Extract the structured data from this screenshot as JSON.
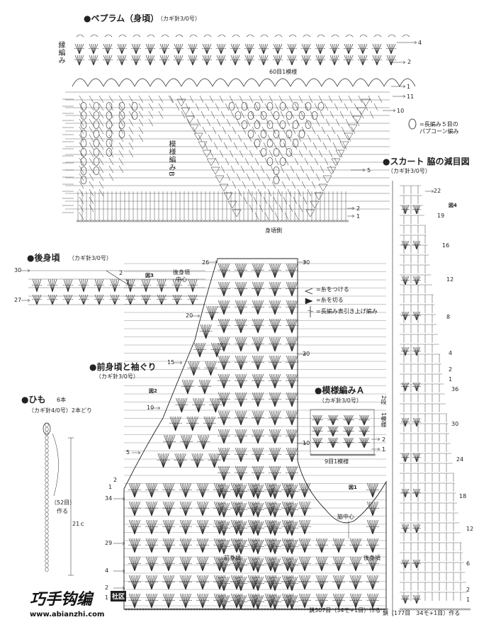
{
  "title": "●ペプラム（身頃）",
  "title_hook": "（カギ針3/0号）",
  "peplum": {
    "edge_label": "縁編み",
    "repeat_label": "60目1模様",
    "pattern_b_label": "模様編みB",
    "side_label": "身頃側",
    "row_numbers": [
      "4",
      "2",
      "1",
      "11",
      "10",
      "5",
      "2",
      "1"
    ]
  },
  "legend": {
    "popcorn": "=長編み５目の\nパプコーン編み",
    "attach": "=糸をつける",
    "cut": "=糸を切る",
    "post": "=長編み表引き上げ編み"
  },
  "back": {
    "title": "●後身頃",
    "hook": "（カギ針3/0号）",
    "fig": "図3",
    "center": "後身頃\n中心",
    "rows": [
      "30",
      "2",
      "1",
      "27"
    ]
  },
  "front": {
    "title": "●前身頃と袖ぐり",
    "hook": "（カギ針3/0号）",
    "fig": "図2",
    "rows": [
      "26",
      "30",
      "20",
      "20",
      "15",
      "10",
      "10",
      "5",
      "2",
      "1",
      "34",
      "29",
      "4",
      "2",
      "1"
    ],
    "front_label": "前身頃",
    "back_label": "後身頃",
    "side_center": "脇中心",
    "fig1": "図1",
    "chain": "鎖307目（34モ+1目）作る"
  },
  "pattern_a": {
    "title": "●模様編みＡ",
    "hook": "（カギ針3/0号）",
    "rows_label": "2段",
    "repeat_label": "1模様",
    "rows": [
      "2",
      "1"
    ],
    "stitch_label": "9目1模様"
  },
  "skirt": {
    "title": "●スカート 脇の減目図",
    "hook": "（カギ針3/0号）",
    "fig": "図4",
    "rows": [
      "22",
      "19",
      "16",
      "12",
      "8",
      "4",
      "2",
      "1",
      "36",
      "30",
      "24",
      "18",
      "12",
      "6",
      "2",
      "1"
    ],
    "chain": "鎖（177目　34モ+1目）作る"
  },
  "cord": {
    "title": "●ひも",
    "count": "6本",
    "hook": "（カギ針4/0号）2本どり",
    "stitches": "（52目）",
    "make": "作る",
    "length": "21ｃ"
  },
  "watermark": {
    "title": "巧手钩编",
    "mark": "社区",
    "url": "www.abianzhi.com"
  },
  "colors": {
    "ink": "#222222",
    "paper": "#ffffff"
  }
}
